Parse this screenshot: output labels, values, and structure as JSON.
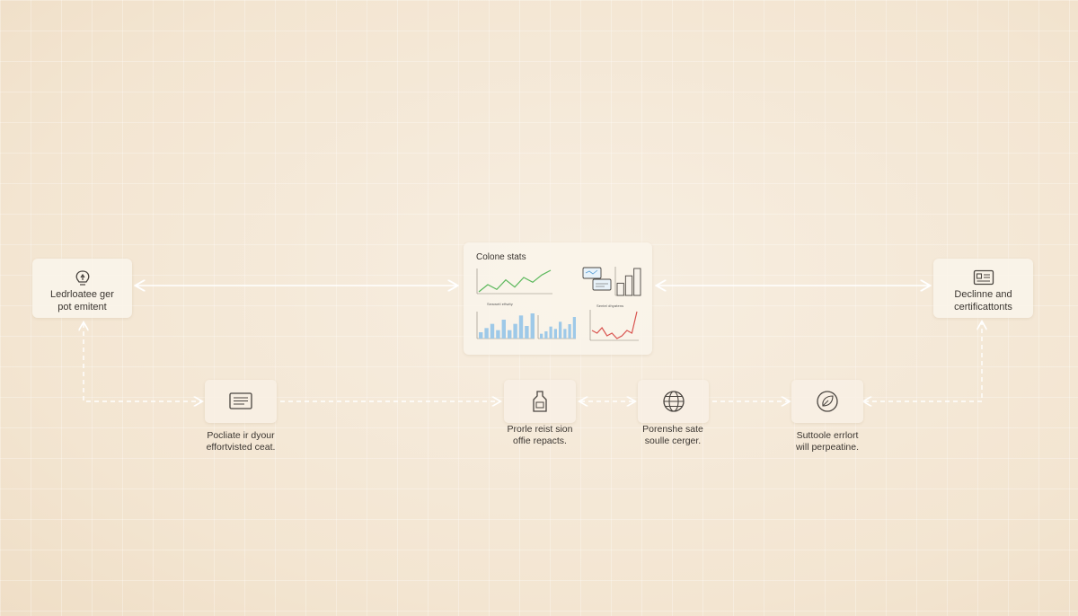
{
  "nodes": {
    "top_left": {
      "label": "Ledrloatee ger\npot emitent",
      "icon": "lightbulb-icon"
    },
    "top_right": {
      "label": "Declinne and\ncertificattonts",
      "icon": "id-card-icon"
    },
    "bottom_1": {
      "label": "Pocliate ir dyour\neffortvisted ceat.",
      "icon": "document-icon"
    },
    "bottom_2": {
      "label": "Prorle reist sion\noffie repacts.",
      "icon": "bottle-icon"
    },
    "bottom_3": {
      "label": "Porenshe sate\nsoulle cerger.",
      "icon": "globe-icon"
    },
    "bottom_4": {
      "label": "Suttoole errlort\nwill perpeatine.",
      "icon": "leaf-icon"
    }
  },
  "dashboard": {
    "title": "Colone stats",
    "panel_titles": [
      "Sewwetl eftwity",
      "Sentel dhyatens"
    ]
  },
  "colors": {
    "line_green": "#5cb85c",
    "bar_blue": "#9ec9e8",
    "line_red": "#d9534f",
    "connector": "#ffffff",
    "stroke": "#4a4540"
  },
  "chart_data": [
    {
      "type": "line",
      "title": "",
      "series": [
        {
          "values": [
            2,
            5,
            3,
            7,
            4,
            8,
            6,
            9,
            11
          ]
        }
      ]
    },
    {
      "type": "bar",
      "title": "",
      "series": [
        {
          "values": [
            3,
            5,
            7,
            4,
            9,
            4,
            7,
            11,
            6,
            12
          ]
        }
      ]
    },
    {
      "type": "bar",
      "title": "",
      "series": [
        {
          "values": [
            2,
            3,
            5,
            4,
            7,
            4,
            6,
            9
          ]
        }
      ]
    },
    {
      "type": "bar",
      "title": "",
      "series": [
        {
          "values": [
            5,
            8,
            11
          ]
        }
      ]
    },
    {
      "type": "line",
      "title": "",
      "series": [
        {
          "values": [
            5,
            4,
            6,
            3,
            4,
            2,
            3,
            5,
            4,
            12
          ]
        }
      ]
    }
  ]
}
